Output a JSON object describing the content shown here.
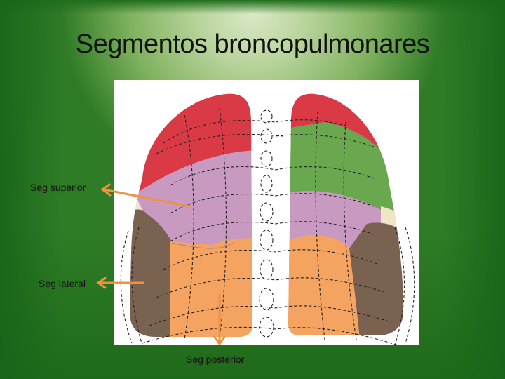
{
  "slide": {
    "title": "Segmentos broncopulmonares",
    "background_colors": {
      "dark_green": "#1f6a1a",
      "light_center": "#dbe9c6"
    },
    "arrow_color": "#f0913f"
  },
  "figure": {
    "description": "lung-posterior-view-bronchopulmonary-segments",
    "segment_colors": {
      "apical_red": "#d93a45",
      "superior_purple": "#c89ac2",
      "lateral_brown": "#7a6250",
      "posterior_orange": "#f4a460",
      "green": "#6aa84f",
      "blue": "#3d88b8",
      "cream": "#efe6c6"
    }
  },
  "labels": [
    {
      "id": "seg-superior",
      "text": "Seg superior"
    },
    {
      "id": "seg-lateral",
      "text": "Seg lateral"
    },
    {
      "id": "seg-posterior",
      "text": "Seg posterior"
    }
  ]
}
